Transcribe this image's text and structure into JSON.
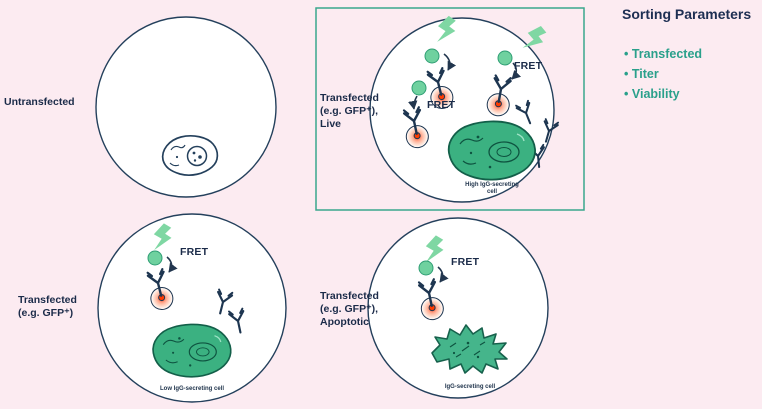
{
  "colors": {
    "background": "#fcebf1",
    "navy_text": "#1b2b49",
    "circle_stroke": "#24405c",
    "circle_fill": "#ffffff",
    "highlight_box_teal": "#3aa78d",
    "sidebar_item_teal": "#2aa08b",
    "bolt_green": "#7fd7a3",
    "fluorophore_green": "#6fd19f",
    "cell_green": "#3bb181",
    "cell_outline_green": "#135f49",
    "glow_red": "#ff3b00"
  },
  "labels": {
    "untransfected": "Untransfected",
    "transfected_live": [
      "Transfected",
      "(e.g. GFP⁺),",
      "Live"
    ],
    "transfected": [
      "Transfected",
      "(e.g. GFP⁺)"
    ],
    "transfected_apoptotic": [
      "Transfected",
      "(e.g. GFP⁺),",
      "Apoptotic"
    ]
  },
  "fret_label": "FRET",
  "captions": {
    "high": [
      "High IgG-secreting",
      "cell"
    ],
    "low": "Low IgG-secreting cell",
    "apoptotic": "IgG-secreting cell"
  },
  "sidebar": {
    "title": "Sorting Parameters",
    "items": [
      {
        "label": "Transfected"
      },
      {
        "label": "Titer"
      },
      {
        "label": "Viability"
      }
    ]
  }
}
